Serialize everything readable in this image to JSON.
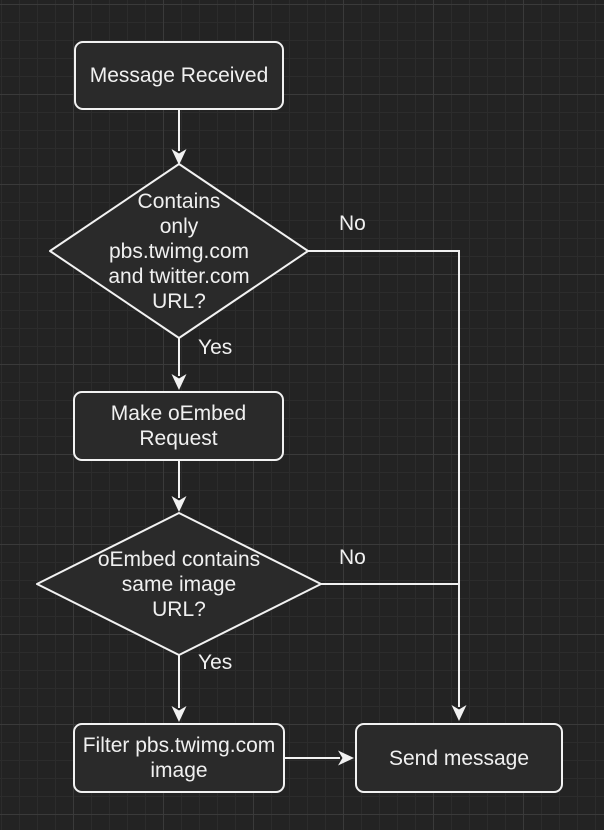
{
  "theme": {
    "background": "#232323",
    "grid_minor": "#2c2c2c",
    "grid_major": "#3a3a3a",
    "node_fill": "#2a2a2a",
    "stroke": "#f2f2f2",
    "text": "#f0f0f0"
  },
  "flowchart": {
    "type": "flowchart",
    "nodes": {
      "message_received": {
        "label": "Message Received",
        "shape": "rounded-rect"
      },
      "contains_url_check": {
        "label": "Contains\nonly\npbs.twimg.com\nand twitter.com\nURL?",
        "shape": "diamond"
      },
      "make_oembed_request": {
        "label": "Make oEmbed\nRequest",
        "shape": "rounded-rect"
      },
      "oembed_same_image_check": {
        "label": "oEmbed contains\nsame image\nURL?",
        "shape": "diamond"
      },
      "filter_image": {
        "label": "Filter pbs.twimg.com\nimage",
        "shape": "rounded-rect"
      },
      "send_message": {
        "label": "Send message",
        "shape": "rounded-rect"
      }
    },
    "edge_labels": {
      "contains_no": "No",
      "contains_yes": "Yes",
      "oembed_no": "No",
      "oembed_yes": "Yes"
    }
  }
}
